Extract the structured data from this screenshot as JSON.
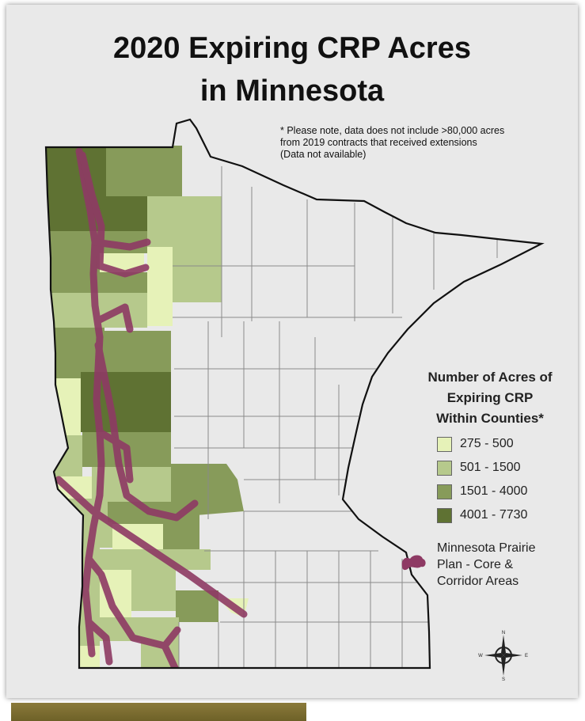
{
  "title_lines": [
    "2020 Expiring CRP Acres",
    "in Minnesota"
  ],
  "note_lines": [
    "* Please note, data does not include >80,000 acres",
    "from 2019 contracts that received extensions",
    "(Data not available)"
  ],
  "legend": {
    "title_lines": [
      "Number of Acres of",
      "Expiring CRP",
      "Within Counties*"
    ],
    "classes": [
      {
        "label": "275 - 500",
        "color": "#e6f2b8"
      },
      {
        "label": "501 - 1500",
        "color": "#b6c98c"
      },
      {
        "label": "1501 - 4000",
        "color": "#879b5a"
      },
      {
        "label": "4001 - 7730",
        "color": "#5f7233"
      }
    ],
    "corridor": {
      "label_lines": [
        "Minnesota Prairie",
        "Plan - Core &",
        "Corridor Areas"
      ],
      "color": "#8e3a64"
    }
  },
  "compass": {
    "n": "N",
    "s": "S",
    "e": "E",
    "w": "W"
  },
  "colors": {
    "panel": "#e9e9e9",
    "no_data_fill": "#e9e9e9",
    "county_border": "#8a8a8a",
    "state_border": "#111111"
  }
}
